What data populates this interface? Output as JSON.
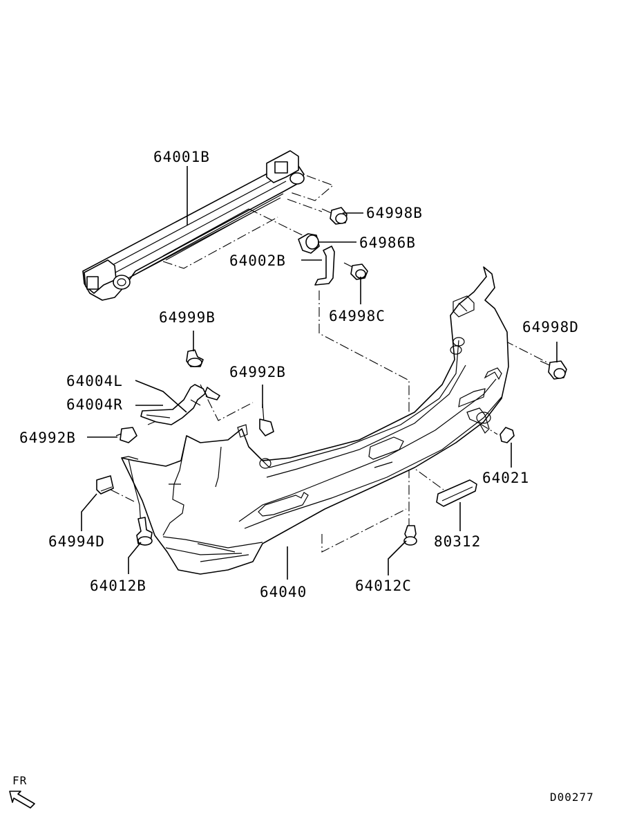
{
  "diagram_id": "D00277",
  "direction_label": "FR",
  "part_labels": {
    "p64001B": "64001B",
    "p64998B": "64998B",
    "p64986B": "64986B",
    "p64002B": "64002B",
    "p64998C": "64998C",
    "p64999B": "64999B",
    "p64998D": "64998D",
    "p64992B_upper": "64992B",
    "p64004L": "64004L",
    "p64004R": "64004R",
    "p64992B_lower": "64992B",
    "p64021": "64021",
    "p64994D": "64994D",
    "p80312": "80312",
    "p64012B": "64012B",
    "p64040": "64040",
    "p64012C": "64012C"
  }
}
